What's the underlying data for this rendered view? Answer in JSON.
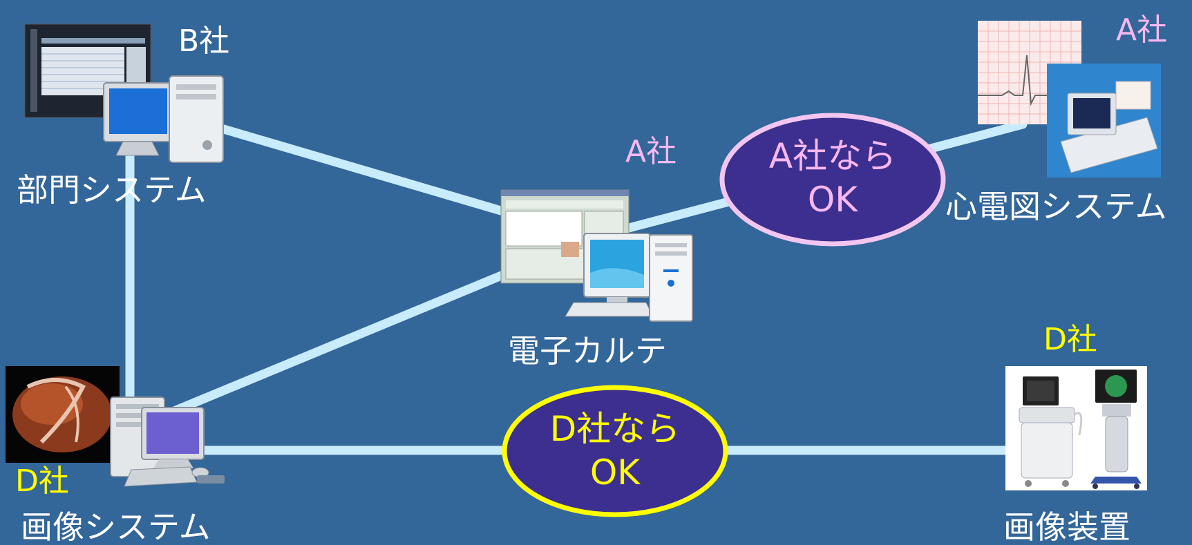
{
  "labels": {
    "bumon_company": "B社",
    "bumon_name": "部門システム",
    "karte_company": "A社",
    "karte_name": "電子カルテ",
    "ecg_company": "A社",
    "ecg_name": "心電図システム",
    "gazou_company": "D社",
    "gazou_name": "画像システム",
    "device_company": "D社",
    "device_name": "画像装置"
  },
  "ovals": {
    "a_line1": "A社なら",
    "a_line2": "OK",
    "d_line1": "D社なら",
    "d_line2": "OK"
  },
  "colors": {
    "background": "#336699",
    "connector": "#c8ecfb",
    "oval_fill": "#3d2f8f",
    "a_oval_border": "#f2c6f0",
    "d_oval_border": "#ffff00",
    "pink_text": "#f7b8f2",
    "yellow_text": "#ffff00"
  }
}
